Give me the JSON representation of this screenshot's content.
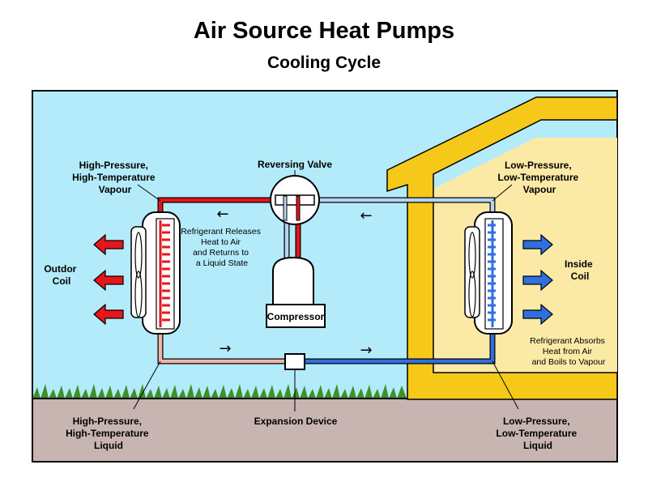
{
  "header": {
    "title": "Air Source Heat Pumps",
    "subtitle": "Cooling Cycle"
  },
  "labels": {
    "hp_vapour": [
      "High-Pressure,",
      "High-Temperature",
      "Vapour"
    ],
    "reversing_valve": "Reversing Valve",
    "lp_vapour": [
      "Low-Pressure,",
      "Low-Temperature",
      "Vapour"
    ],
    "releases_note": [
      "Refrigerant Releases",
      "Heat to Air",
      "and Returns to",
      "a Liquid State"
    ],
    "outdoor_coil": [
      "Outdor",
      "Coil"
    ],
    "inside_coil": [
      "Inside",
      "Coil"
    ],
    "compressor": "Compressor",
    "absorbs_note": [
      "Refrigerant Absorbs",
      "Heat from Air",
      "and Boils to Vapour"
    ],
    "hp_liquid": [
      "High-Pressure,",
      "High-Temperature",
      "Liquid"
    ],
    "expansion_device": "Expansion Device",
    "lp_liquid": [
      "Low-Pressure,",
      "Low-Temperature",
      "Liquid"
    ],
    "flow_arrow_left": "←",
    "flow_arrow_right": "→"
  },
  "colors": {
    "sky": "#b3ebfa",
    "ground": "#c8b5b2",
    "grass": "#3f8f2a",
    "house_wall": "#fbeaa6",
    "house_frame": "#f6c81a",
    "hot_pipe": "#e8151b",
    "cold_pipe": "#2f6fe0",
    "warm_liquid_pipe": "#f2b3a8",
    "cool_vapour_pipe": "#b7d4f2",
    "coil_unit": "#ffffff"
  }
}
